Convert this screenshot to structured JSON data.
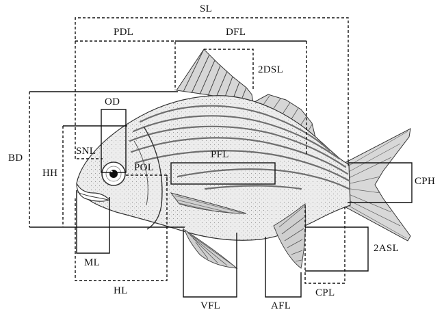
{
  "diagram": {
    "labels": {
      "sl": "SL",
      "pdl": "PDL",
      "dfl": "DFL",
      "dsl2": "2DSL",
      "od": "OD",
      "bd": "BD",
      "hh": "HH",
      "snl": "SNL",
      "pol": "POL",
      "pfl": "PFL",
      "cph": "CPH",
      "ml": "ML",
      "hl": "HL",
      "vfl": "VFL",
      "afl": "AFL",
      "cpl": "CPL",
      "asl2": "2ASL"
    },
    "colors": {
      "line": "#111111",
      "fish_body": "#e6e6e6",
      "fish_stripe": "#6f6f6f",
      "fin": "#cfcfcf"
    }
  }
}
